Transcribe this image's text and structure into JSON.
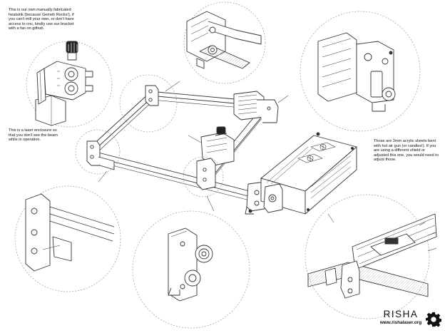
{
  "annotations": {
    "heatsink": "This is our own manually fabricated heatsink (because Gemeh Rocks!), if you can't mill your own, or don't have access to cnc, kindly use our bracket with a fan on github.",
    "enclosure": "This is a laser enclosure so that you don't see the beam while in operation.",
    "acrylic": "Those are 3mm acrylic sheets bent with hot air gun (or candles!). If you are using a different shield or adjusted this one, you would need to adjust those."
  },
  "brand": {
    "name": "RISHA",
    "url": "www.rishalaser.org",
    "logo_icon": "gear-icon"
  },
  "colors": {
    "line": "#333333",
    "dashed_callout": "#9a9a9a",
    "background": "#ffffff"
  }
}
